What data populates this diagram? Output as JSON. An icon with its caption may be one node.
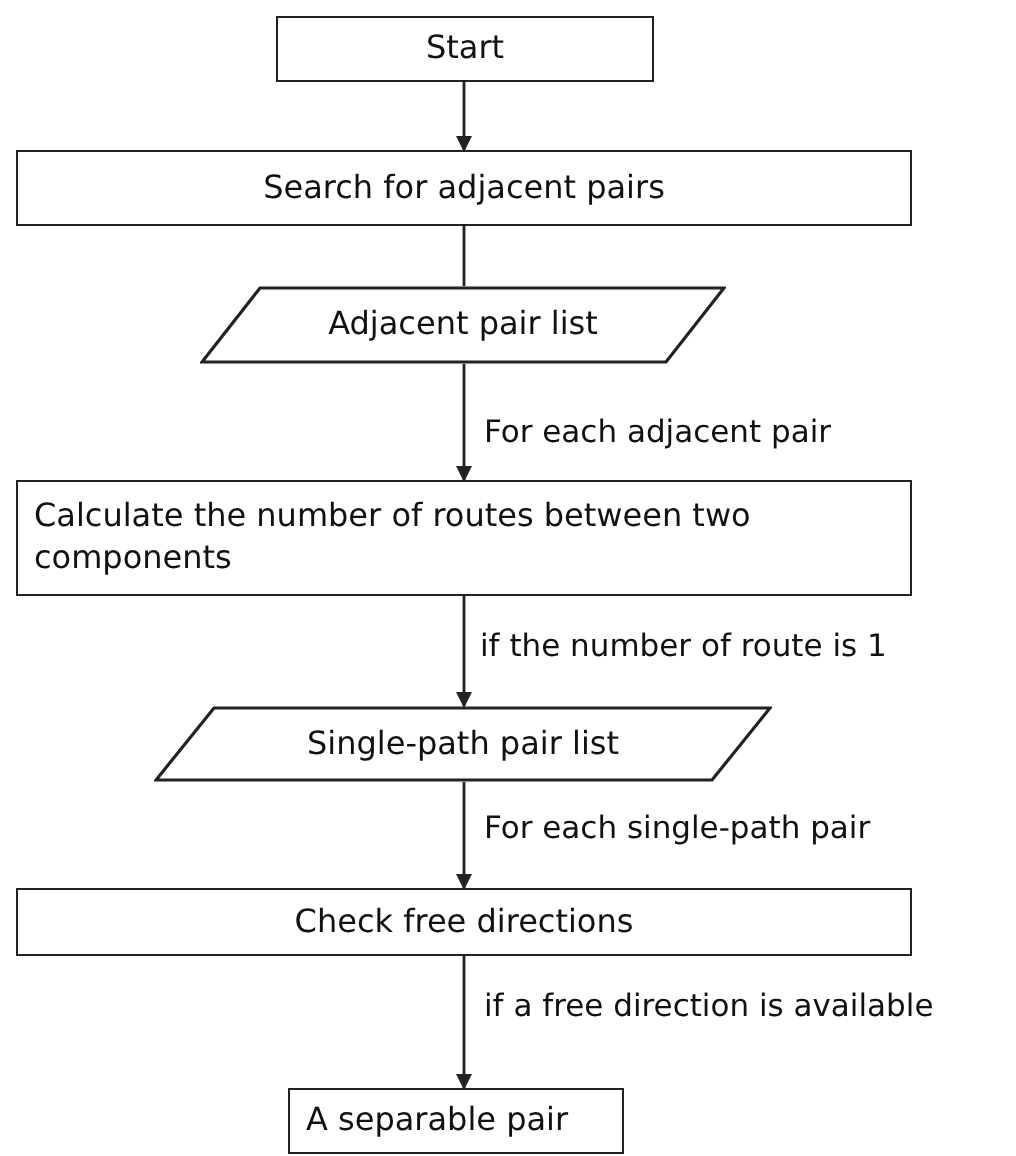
{
  "diagram": {
    "nodes": [
      {
        "text": [
          "Start"
        ]
      },
      {
        "text": [
          "Search for adjacent pairs"
        ]
      },
      {
        "text": [
          "Adjacent pair list"
        ]
      },
      {
        "text": [
          "Calculate the number of routes between two components"
        ]
      },
      {
        "text": [
          "Single-path pair list"
        ]
      },
      {
        "text": [
          "Check free directions"
        ]
      },
      {
        "text": [
          "A separable pair"
        ]
      }
    ],
    "edges": [
      {
        "from": 0,
        "to": 1,
        "arrow": "to"
      },
      {
        "from": 1,
        "to": 2,
        "arrow": "none"
      },
      {
        "from": 2,
        "to": 3,
        "arrow": "to",
        "label": "For each adjacent pair"
      },
      {
        "from": 3,
        "to": 4,
        "arrow": "to",
        "label": "if the number of route is 1"
      },
      {
        "from": 4,
        "to": 5,
        "arrow": "to",
        "label": "For each single-path pair"
      },
      {
        "from": 5,
        "to": 6,
        "arrow": "to",
        "label": "if a free direction is available"
      }
    ]
  }
}
